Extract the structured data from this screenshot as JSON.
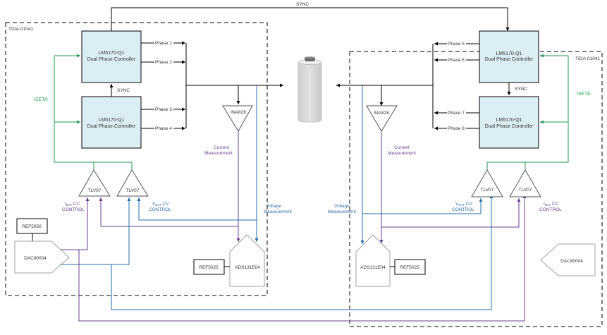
{
  "diagram": {
    "sync_top_label": "SYNC",
    "left_board": {
      "label": "TIDA-01041",
      "controller_top": {
        "line1": "LM5170-Q1",
        "line2": "Dual Phase Controller"
      },
      "controller_bottom": {
        "line1": "LM5170-Q1",
        "line2": "Dual Phase Controller"
      },
      "sync_label": "SYNC",
      "phases": [
        "Phase 1",
        "Phase 2",
        "Phase 3",
        "Phase 4"
      ],
      "iseta_label": "ISETA",
      "amp1": "TLV07",
      "amp2": "TLV07",
      "cc_control": {
        "sub": "BAT",
        "prefix": "I",
        "suffix": " CC",
        "line2": "CONTROL"
      },
      "cv_control": {
        "sub": "BAT",
        "prefix": "V",
        "suffix": " CV",
        "line2": "CONTROL"
      },
      "ref_dac": "REF5050",
      "dac": "DAC80004",
      "ina": "INA828",
      "current_measurement": [
        "Current",
        "Measurement"
      ],
      "voltage_measurement": [
        "Voltage",
        "Measurement"
      ],
      "ref_adc": "REF5025",
      "adc": "ADS131E04"
    },
    "right_board": {
      "label": "TIDA-01041",
      "controller_top": {
        "line1": "LM5170-Q1",
        "line2": "Dual Phase Controller"
      },
      "controller_bottom": {
        "line1": "LM5170-Q1",
        "line2": "Dual Phase Controller"
      },
      "sync_label": "SYNC",
      "phases": [
        "Phase 5",
        "Phase 6",
        "Phase 7",
        "Phase 8"
      ],
      "iseta_label": "ISETA",
      "amp1": "TLV07",
      "amp2": "TLV07",
      "cv_control": {
        "sub": "BAT",
        "prefix": "V",
        "suffix": " CV",
        "line2": "CONTROL"
      },
      "cc_control": {
        "sub": "BAT",
        "prefix": "I",
        "suffix": " CC",
        "line2": "CONTROL"
      },
      "dac": "DAC80004",
      "ina": "INA828",
      "current_measurement": [
        "Current",
        "Measurement"
      ],
      "voltage_measurement": [
        "Voltage",
        "Measurement"
      ],
      "ref_adc": "REF5025",
      "adc": "ADS131E04"
    },
    "battery": {
      "icon": "battery-icon"
    },
    "colors": {
      "controller_fill": "#dbeef4",
      "iseta": "#1f9a55",
      "current": "#6b3d8f",
      "voltage": "#1f6ea8",
      "battery": "#d9d9d9"
    }
  }
}
